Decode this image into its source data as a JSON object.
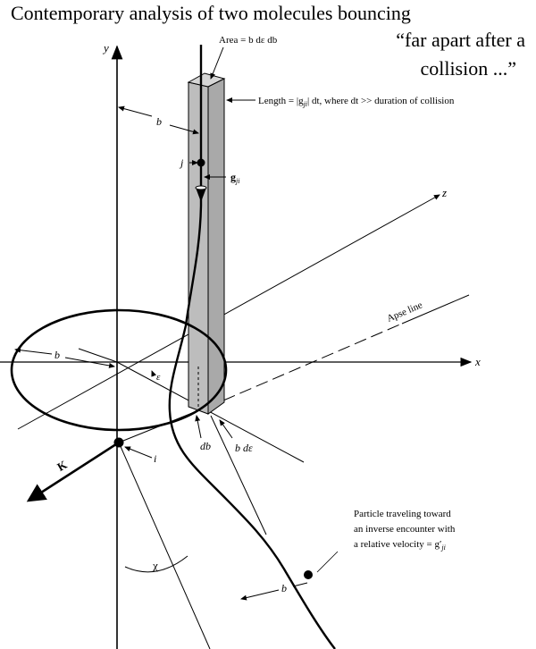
{
  "title": {
    "line1": "Contemporary analysis of two molecules bouncing",
    "line2": "“far apart after a",
    "line3": "collision ...”"
  },
  "labels": {
    "y_axis": "y",
    "x_axis": "x",
    "z_axis": "z",
    "area": "Area = b dε db",
    "length": "Length = |g",
    "length_sub": "ji",
    "length_rest": "| dt, where dt >> duration of collision",
    "b_top": "b",
    "b_ellipse": "b",
    "b_bottom": "b",
    "j": "j",
    "g": "g",
    "g_sub": "ji",
    "apse_line": "Apse line",
    "epsilon": "ε",
    "K": "K",
    "i": "i",
    "db": "db",
    "bde": "b dε",
    "chi": "χ",
    "particle_note": [
      "Particle traveling toward",
      "an inverse encounter with",
      "a relative velocity = g′"
    ],
    "particle_note_sub": "ji"
  }
}
